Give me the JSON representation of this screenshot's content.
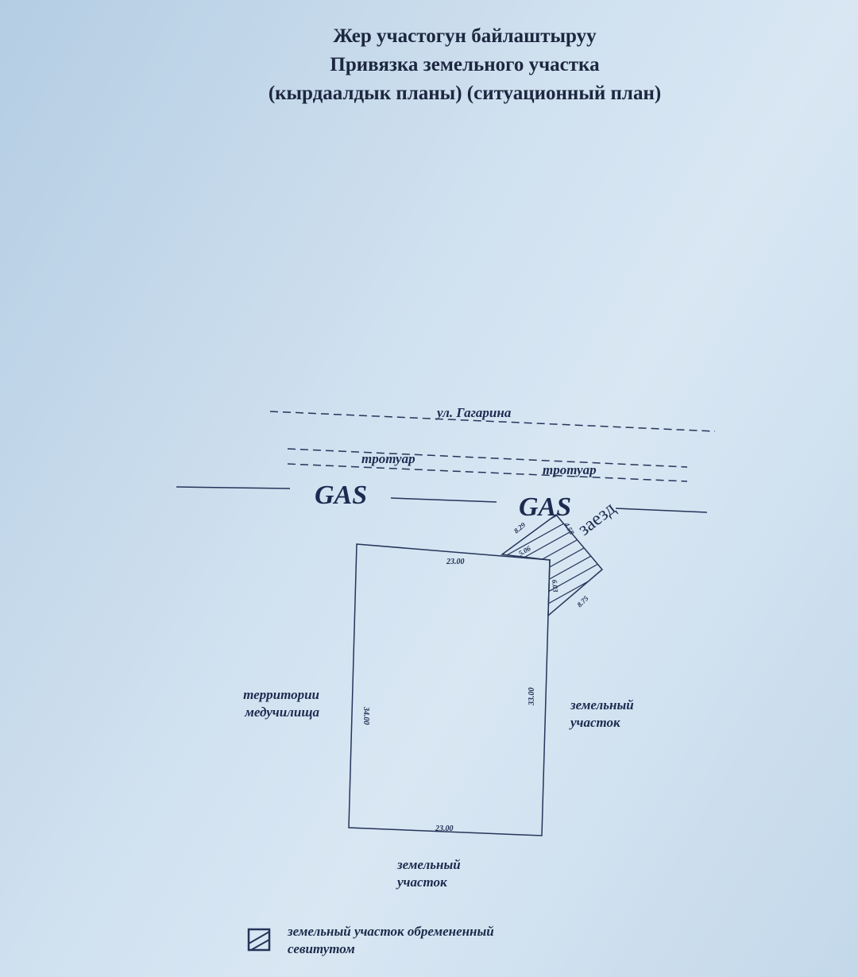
{
  "title": {
    "line1": "Жер участогун байлаштыруу",
    "line2": "Привязка земельного участка",
    "line3": "(кырдаалдык планы) (ситуационный план)"
  },
  "plan": {
    "street": "ул. Гагарина",
    "sidewalk_left": "тротуар",
    "sidewalk_right": "тротуар",
    "gas_left": "GAS",
    "gas_right": "GAS",
    "driveway": "заезд",
    "left_neighbor": "территории медучилища",
    "right_neighbor": "земельный участок",
    "bottom_neighbor": "земельный участок",
    "dims": {
      "top": "23.00",
      "bottom": "23.00",
      "left": "34.00",
      "right": "33.00",
      "hatch_a": "8.29",
      "hatch_b": "5.06",
      "hatch_c": "4.58",
      "hatch_d": "6.03",
      "hatch_e": "8.75"
    }
  },
  "legend": {
    "text": "земельный участок обремененный севитутом"
  },
  "colors": {
    "ink": "#1d2a50",
    "paper": "#cfe0ef"
  }
}
